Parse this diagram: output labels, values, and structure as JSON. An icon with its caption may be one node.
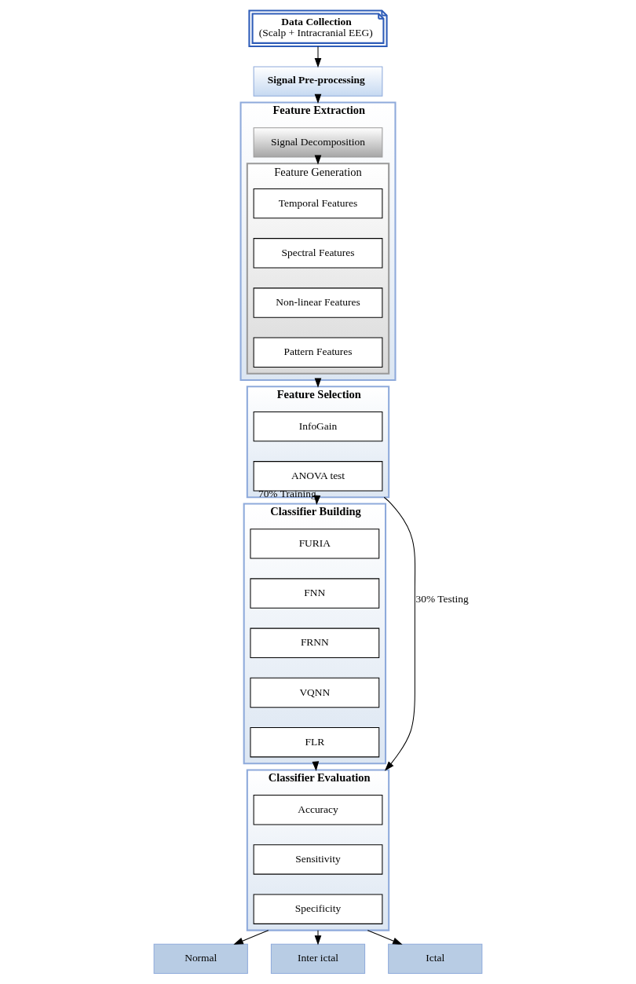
{
  "diagram": {
    "nodes": [
      {
        "text": [
          "Data Collection",
          "(Scalp + Intracranial EEG)"
        ]
      },
      {
        "text": [
          "Signal Pre-processing"
        ]
      },
      {
        "text": [
          "Feature Extraction"
        ]
      },
      {
        "text": [
          "Signal Decomposition"
        ],
        "in": 2
      },
      {
        "text": [
          "Feature Generation"
        ],
        "in": 2
      },
      {
        "text": [
          "Temporal Features"
        ],
        "in": 4
      },
      {
        "text": [
          "Spectral Features"
        ],
        "in": 4
      },
      {
        "text": [
          "Non-linear Features"
        ],
        "in": 4
      },
      {
        "text": [
          "Pattern Features"
        ],
        "in": 4
      },
      {
        "text": [
          "Feature Selection"
        ]
      },
      {
        "text": [
          "InfoGain"
        ],
        "in": 9
      },
      {
        "text": [
          "ANOVA test"
        ],
        "in": 9
      },
      {
        "text": [
          "Classifier Building"
        ]
      },
      {
        "text": [
          "FURIA"
        ],
        "in": 12
      },
      {
        "text": [
          "FNN"
        ],
        "in": 12
      },
      {
        "text": [
          "FRNN"
        ],
        "in": 12
      },
      {
        "text": [
          "VQNN"
        ],
        "in": 12
      },
      {
        "text": [
          "FLR"
        ],
        "in": 12
      },
      {
        "text": [
          "Classifier Evaluation"
        ]
      },
      {
        "text": [
          "Accuracy"
        ],
        "in": 18
      },
      {
        "text": [
          "Sensitivity"
        ],
        "in": 18
      },
      {
        "text": [
          "Specificity"
        ],
        "in": 18
      },
      {
        "text": [
          "Normal"
        ]
      },
      {
        "text": [
          "Inter ictal"
        ]
      },
      {
        "text": [
          "Ictal"
        ]
      }
    ],
    "edges": [
      {
        "from": 0,
        "to": 1,
        "arrow": "to"
      },
      {
        "from": 1,
        "to": 2,
        "arrow": "to"
      },
      {
        "from": 3,
        "to": 4,
        "arrow": "to"
      },
      {
        "from": 2,
        "to": 9,
        "arrow": "to"
      },
      {
        "from": 9,
        "to": 12,
        "arrow": "to",
        "label": "70% Training"
      },
      {
        "from": 9,
        "to": 18,
        "arrow": "to",
        "label": "30% Testing"
      },
      {
        "from": 12,
        "to": 18,
        "arrow": "to"
      },
      {
        "from": 18,
        "to": 22,
        "arrow": "to"
      },
      {
        "from": 18,
        "to": 23,
        "arrow": "to"
      },
      {
        "from": 18,
        "to": 24,
        "arrow": "to"
      }
    ]
  }
}
